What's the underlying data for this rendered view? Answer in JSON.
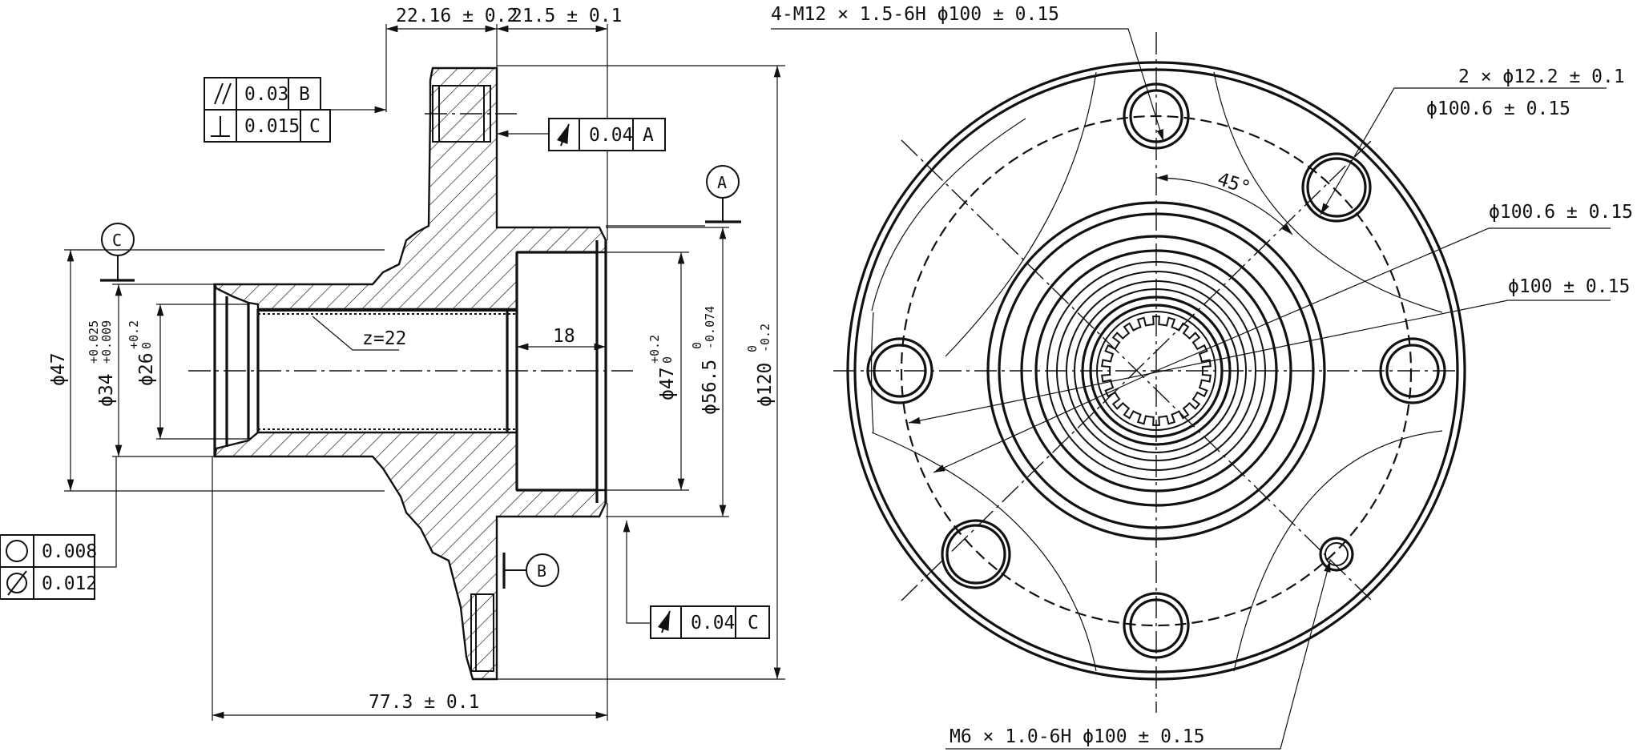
{
  "section_view": {
    "dim_top_left": "22.16 ± 0.2",
    "dim_top_right": "21.5 ± 0.1",
    "dim_bottom": "77.3 ± 0.1",
    "dim_bore_depth": "18",
    "spline_label": "z=22",
    "diameters": {
      "d47": "ϕ47",
      "d34": "ϕ34",
      "d34_upper": "+0.025",
      "d34_lower": "+0.009",
      "d26": "ϕ26",
      "d26_upper": "+0.2",
      "d26_lower": "0",
      "d47b": "ϕ47",
      "d47b_upper": "+0.2",
      "d47b_lower": "0",
      "d56": "ϕ56.5",
      "d56_upper": "0",
      "d56_lower": "-0.074",
      "d120": "ϕ120",
      "d120_upper": "0",
      "d120_lower": "-0.2"
    },
    "datums": {
      "a": "A",
      "b": "B",
      "c": "C"
    },
    "fcf_flange": {
      "row1_value": "0.03",
      "row1_datum": "B",
      "row2_value": "0.015",
      "row2_datum": "C"
    },
    "fcf_runout_a": {
      "value": "0.04",
      "datum": "A"
    },
    "fcf_runout_c": {
      "value": "0.04",
      "datum": "C"
    },
    "fcf_form": {
      "row1_value": "0.008",
      "row2_value": "0.012"
    }
  },
  "front_view": {
    "note_thread_holes": "4-M12 × 1.5-6H   ϕ100 ± 0.15",
    "note_pin_holes": "2 × ϕ12.2 ± 0.1",
    "note_pin_pcd": "ϕ100.6 ± 0.15",
    "note_pcd_a": "ϕ100.6 ± 0.15",
    "note_pcd_b": "ϕ100 ± 0.15",
    "note_small_thread": "M6 × 1.0-6H   ϕ100 ± 0.15",
    "angle_label": "45°"
  }
}
